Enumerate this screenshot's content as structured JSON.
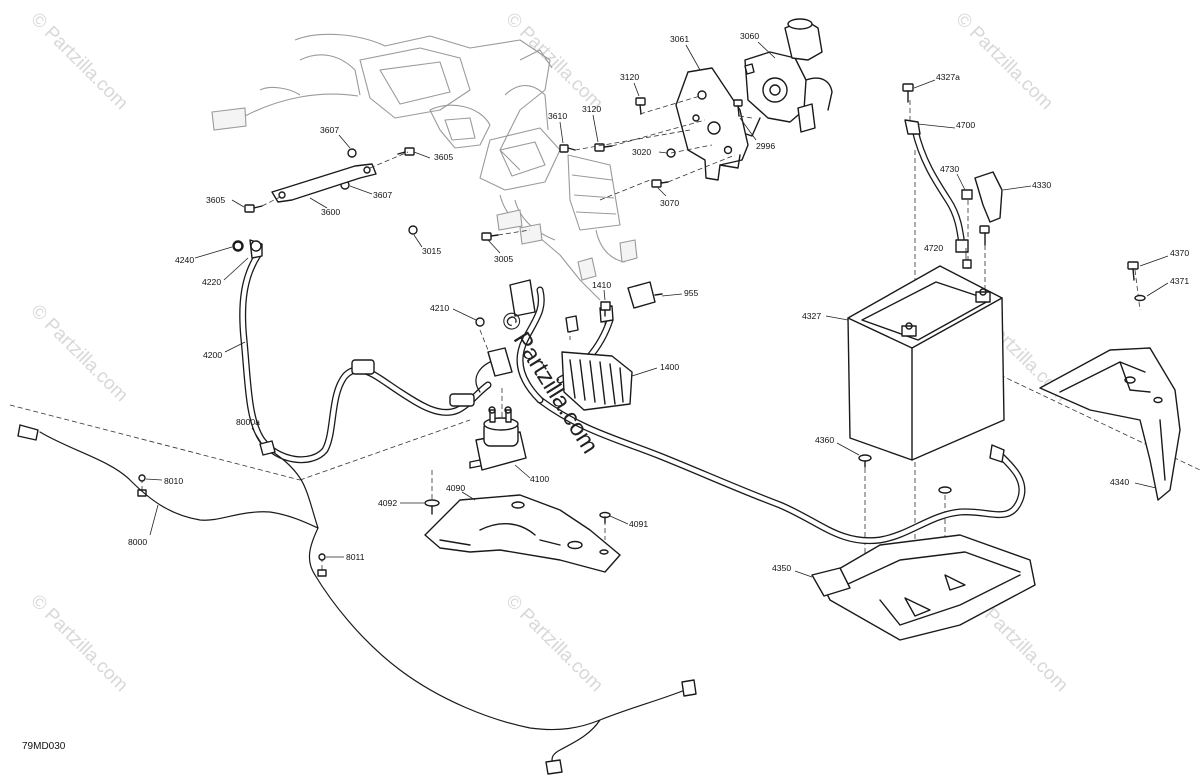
{
  "diagram_code": "79MD030",
  "center_watermark": "© Partzilla.com",
  "watermark_text": "© Partzilla.com",
  "callouts": [
    {
      "id": "c3061",
      "text": "3061"
    },
    {
      "id": "c3060",
      "text": "3060"
    },
    {
      "id": "c3120a",
      "text": "3120"
    },
    {
      "id": "c3120b",
      "text": "3120"
    },
    {
      "id": "c3610",
      "text": "3610"
    },
    {
      "id": "c3020",
      "text": "3020"
    },
    {
      "id": "c2996",
      "text": "2996"
    },
    {
      "id": "c3070",
      "text": "3070"
    },
    {
      "id": "c3607a",
      "text": "3607"
    },
    {
      "id": "c3605a",
      "text": "3605"
    },
    {
      "id": "c3605b",
      "text": "3605"
    },
    {
      "id": "c3607b",
      "text": "3607"
    },
    {
      "id": "c3600",
      "text": "3600"
    },
    {
      "id": "c3015",
      "text": "3015"
    },
    {
      "id": "c3005",
      "text": "3005"
    },
    {
      "id": "c4240",
      "text": "4240"
    },
    {
      "id": "c4220",
      "text": "4220"
    },
    {
      "id": "c4200",
      "text": "4200"
    },
    {
      "id": "c4210",
      "text": "4210"
    },
    {
      "id": "c1410",
      "text": "1410"
    },
    {
      "id": "c955",
      "text": "955"
    },
    {
      "id": "c1400",
      "text": "1400"
    },
    {
      "id": "c8000a",
      "text": "8000a"
    },
    {
      "id": "c4100",
      "text": "4100"
    },
    {
      "id": "c8010",
      "text": "8010"
    },
    {
      "id": "c4092",
      "text": "4092"
    },
    {
      "id": "c4090",
      "text": "4090"
    },
    {
      "id": "c4091",
      "text": "4091"
    },
    {
      "id": "c8000",
      "text": "8000"
    },
    {
      "id": "c8011",
      "text": "8011"
    },
    {
      "id": "c4327a",
      "text": "4327a"
    },
    {
      "id": "c4700",
      "text": "4700"
    },
    {
      "id": "c4730",
      "text": "4730"
    },
    {
      "id": "c4330",
      "text": "4330"
    },
    {
      "id": "c4720",
      "text": "4720"
    },
    {
      "id": "c4327",
      "text": "4327"
    },
    {
      "id": "c4370",
      "text": "4370"
    },
    {
      "id": "c4371",
      "text": "4371"
    },
    {
      "id": "c4360",
      "text": "4360"
    },
    {
      "id": "c4340",
      "text": "4340"
    },
    {
      "id": "c4350",
      "text": "4350"
    }
  ]
}
